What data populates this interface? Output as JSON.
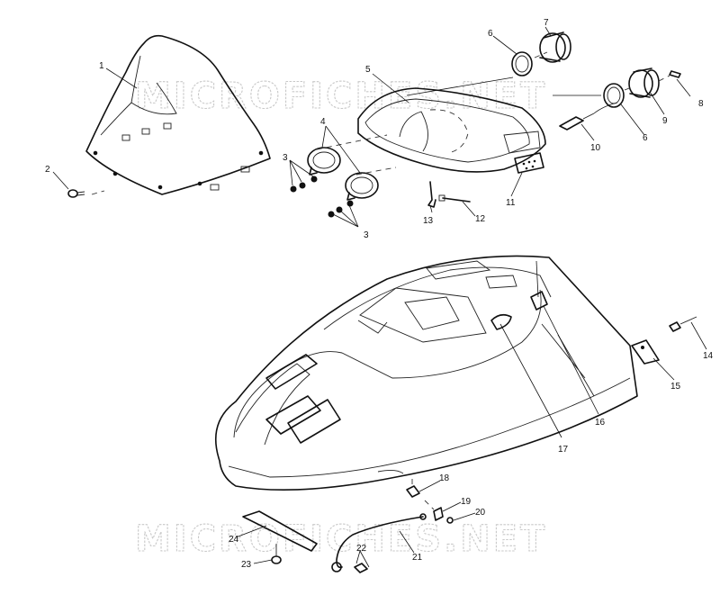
{
  "watermark": {
    "text": "MICROFICHES.NET"
  },
  "callouts": [
    {
      "id": "c1",
      "text": "1"
    },
    {
      "id": "c2",
      "text": "2"
    },
    {
      "id": "c3a",
      "text": "3"
    },
    {
      "id": "c3b",
      "text": "3"
    },
    {
      "id": "c4",
      "text": "4"
    },
    {
      "id": "c5",
      "text": "5"
    },
    {
      "id": "c6a",
      "text": "6"
    },
    {
      "id": "c6b",
      "text": "6"
    },
    {
      "id": "c7",
      "text": "7"
    },
    {
      "id": "c8",
      "text": "8"
    },
    {
      "id": "c9",
      "text": "9"
    },
    {
      "id": "c10",
      "text": "10"
    },
    {
      "id": "c11",
      "text": "11"
    },
    {
      "id": "c12",
      "text": "12"
    },
    {
      "id": "c13",
      "text": "13"
    },
    {
      "id": "c14",
      "text": "14"
    },
    {
      "id": "c15",
      "text": "15"
    },
    {
      "id": "c16",
      "text": "16"
    },
    {
      "id": "c17",
      "text": "17"
    },
    {
      "id": "c18",
      "text": "18"
    },
    {
      "id": "c19",
      "text": "19"
    },
    {
      "id": "c20",
      "text": "20"
    },
    {
      "id": "c21",
      "text": "21"
    },
    {
      "id": "c22",
      "text": "22"
    },
    {
      "id": "c23",
      "text": "23"
    },
    {
      "id": "c24",
      "text": "24"
    }
  ]
}
